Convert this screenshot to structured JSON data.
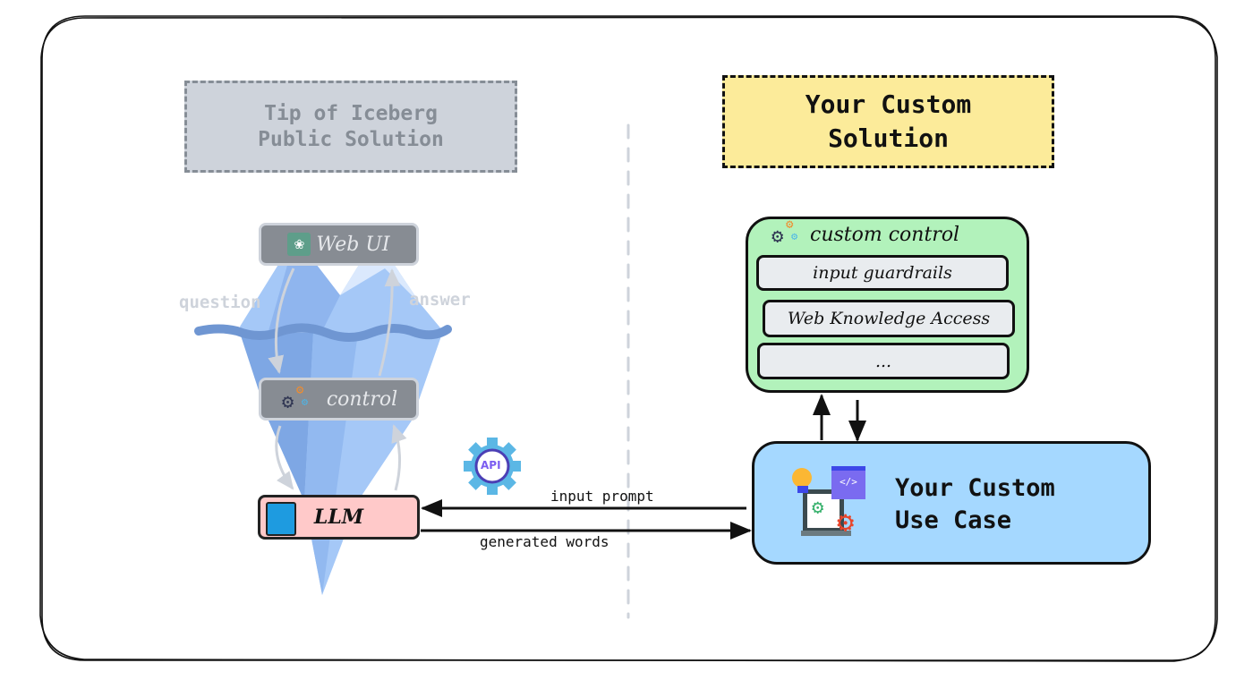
{
  "left_panel": {
    "title_line1": "Tip of Iceberg",
    "title_line2": "Public Solution",
    "nodes": {
      "web_ui": "Web UI",
      "control": "control",
      "llm": "LLM"
    },
    "edge_labels": {
      "question": "question",
      "answer": "answer"
    },
    "api_badge": "API"
  },
  "connections": {
    "input_prompt": "input prompt",
    "generated_words": "generated words"
  },
  "right_panel": {
    "title_line1": "Your Custom",
    "title_line2": "Solution",
    "custom_control": {
      "title": "custom control",
      "items": [
        "input guardrails",
        "Web Knowledge Access",
        "..."
      ]
    },
    "use_case": {
      "line1": "Your Custom",
      "line2": "Use Case"
    }
  },
  "colors": {
    "public_box": "#ced3db",
    "custom_title_box": "#fceb9a",
    "custom_control_box": "#b2f2bb",
    "sub_item_box": "#e9ecef",
    "use_case_box": "#a5d8ff",
    "llm_box": "#ffc9c9",
    "gray_node": "#878c93",
    "iceberg": "#a5c8f7",
    "water": "#6f96d2"
  }
}
